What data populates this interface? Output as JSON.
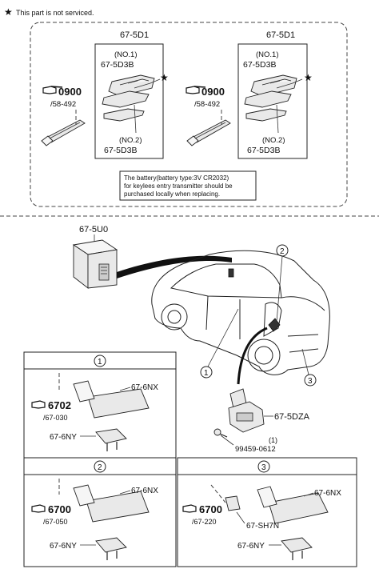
{
  "notice": {
    "symbol": "★",
    "text": "This part is not serviced."
  },
  "keys": {
    "left": {
      "assembly": "67-5D1",
      "no1": "(NO.1)",
      "no1_part": "67-5D3B",
      "no2": "(NO.2)",
      "no2_part": "67-5D3B",
      "ref_code": "0900",
      "ref_page": "/58-492",
      "star": "★"
    },
    "right": {
      "assembly": "67-5D1",
      "no1": "(NO.1)",
      "no1_part": "67-5D3B",
      "no2": "(NO.2)",
      "no2_part": "67-5D3B",
      "ref_code": "0900",
      "ref_page": "/58-492",
      "star": "★"
    }
  },
  "battery_note": {
    "line1": "The battery(battery type:3V CR2032)",
    "line2": "for keylees entry transmitter should be",
    "line3": "purchased locally when replacing."
  },
  "vehicle": {
    "module": "67-5U0",
    "sensor": "67-5DZA",
    "bolt": "99459-0612",
    "bolt_qty": "(1)",
    "callouts": [
      "1",
      "2",
      "3"
    ]
  },
  "panels": [
    {
      "num": "1",
      "ref_code": "6702",
      "ref_page": "/67-030",
      "part_a": "67-6NX",
      "part_b": "67-6NY"
    },
    {
      "num": "2",
      "ref_code": "6700",
      "ref_page": "/67-050",
      "part_a": "67-6NX",
      "part_b": "67-6NY"
    },
    {
      "num": "3",
      "ref_code": "6700",
      "ref_page": "/67-220",
      "part_a": "67-6NX",
      "part_b": "67-6NY",
      "part_c": "67-SH7N"
    }
  ]
}
